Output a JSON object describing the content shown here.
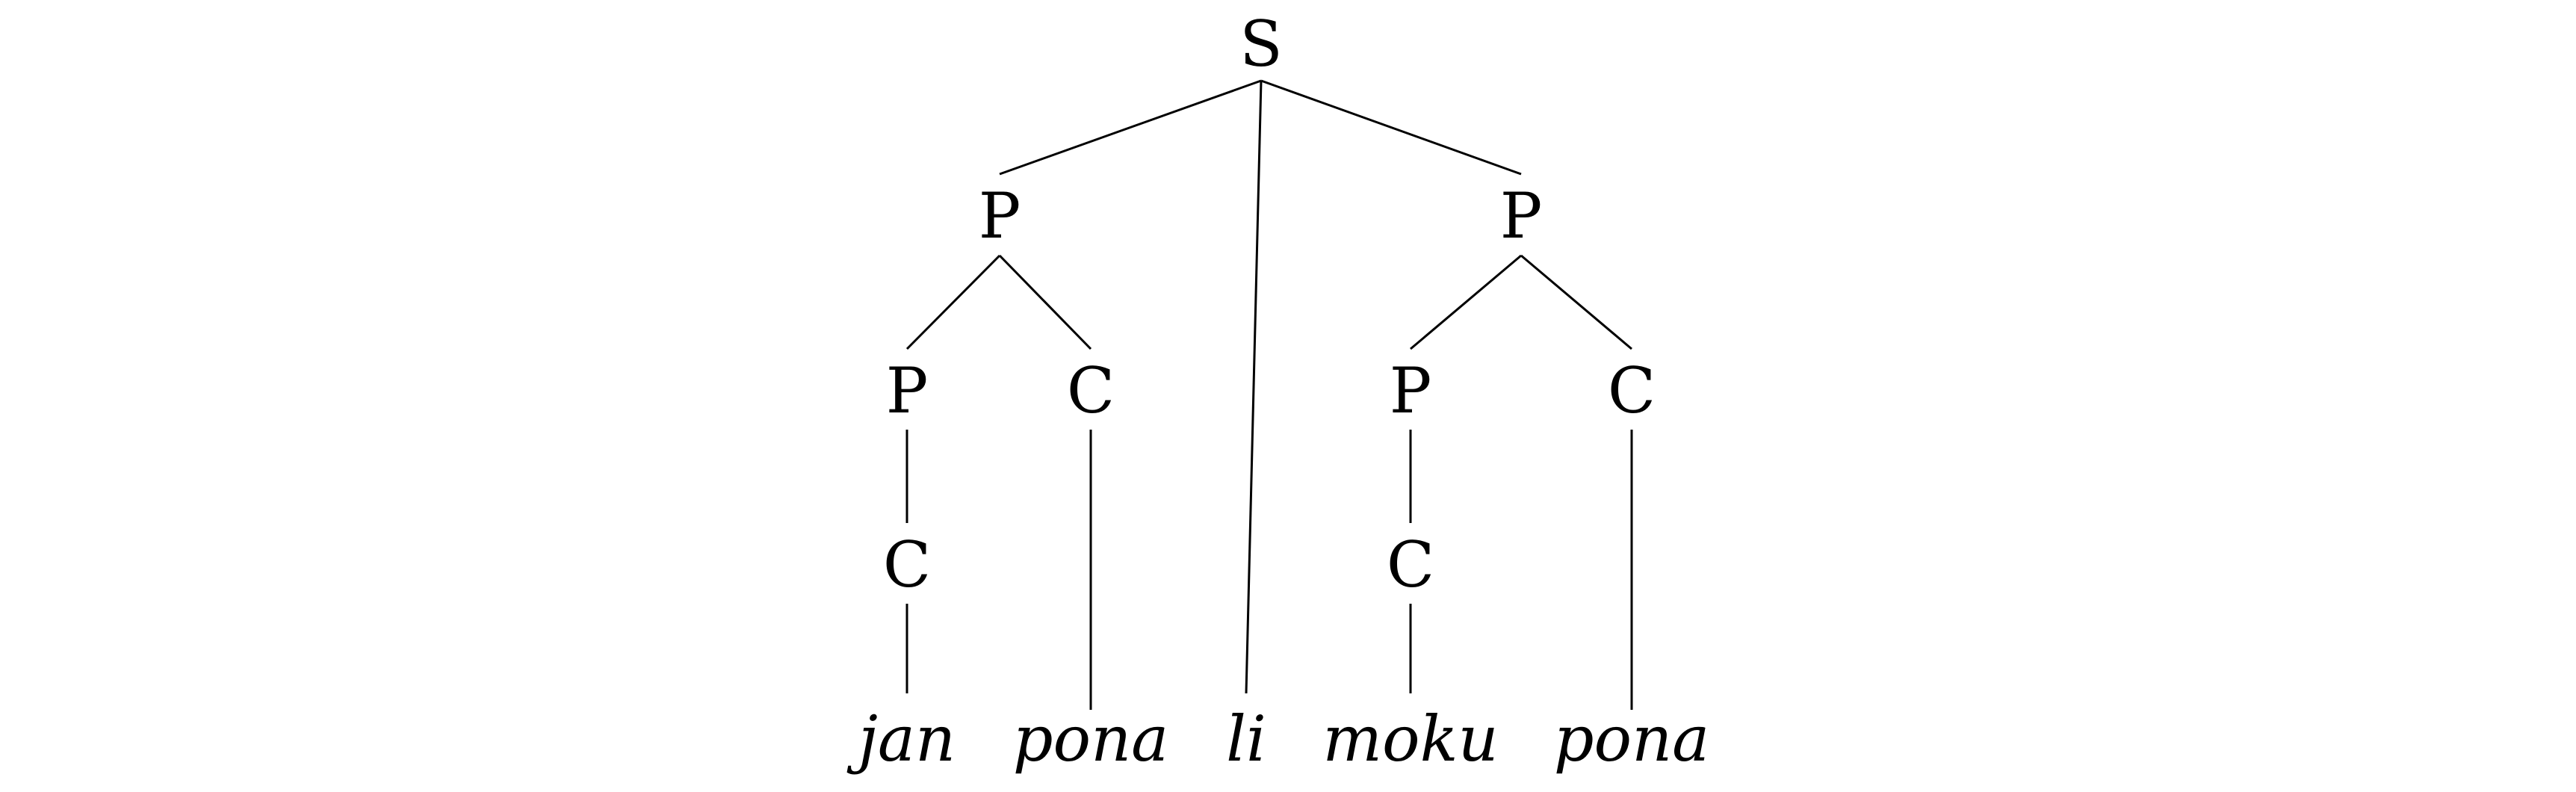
{
  "tree": {
    "root": {
      "label": "S",
      "children": [
        {
          "label": "P",
          "children": [
            {
              "label": "P",
              "children": [
                {
                  "label": "C",
                  "children": [
                    {
                      "word": "jan"
                    }
                  ]
                }
              ]
            },
            {
              "label": "C",
              "children": [
                {
                  "word": "pona"
                }
              ]
            }
          ]
        },
        {
          "word": "li"
        },
        {
          "label": "P",
          "children": [
            {
              "label": "P",
              "children": [
                {
                  "label": "C",
                  "children": [
                    {
                      "word": "moku"
                    }
                  ]
                }
              ]
            },
            {
              "label": "C",
              "children": [
                {
                  "word": "pona"
                }
              ]
            }
          ]
        }
      ]
    }
  },
  "colors": {
    "ink": "#000000",
    "background": "#ffffff"
  }
}
